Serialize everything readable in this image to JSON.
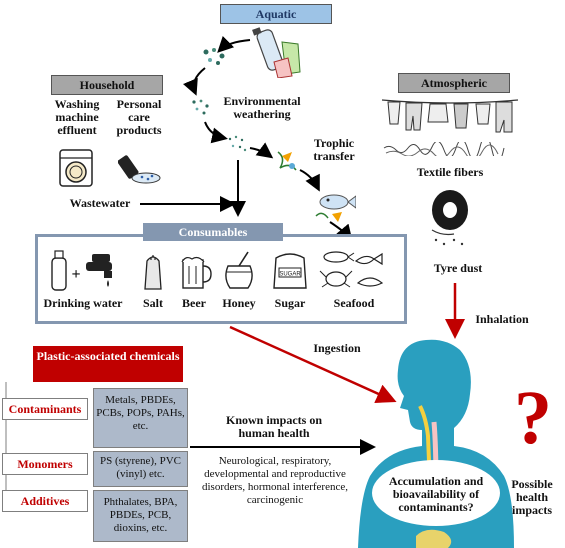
{
  "headers": {
    "aquatic": "Aquatic",
    "household": "Household",
    "atmospheric": "Atmospheric",
    "consumables": "Consumables",
    "chemicals": "Plastic-associated chemicals"
  },
  "household": {
    "washing": "Washing machine effluent",
    "personal_care": "Personal care products",
    "wastewater": "Wastewater"
  },
  "aquatic": {
    "weathering": "Environmental weathering",
    "trophic": "Trophic transfer"
  },
  "atmospheric": {
    "textile": "Textile fibers",
    "tyre": "Tyre dust",
    "inhalation": "Inhalation"
  },
  "consumables": {
    "plus": "+",
    "items": [
      "Drinking water",
      "Salt",
      "Beer",
      "Honey",
      "Sugar",
      "Seafood"
    ],
    "sugar_label": "SUGAR"
  },
  "ingestion": "Ingestion",
  "chemicals": {
    "categories": [
      {
        "name": "Contaminants",
        "text": "Metals, PBDEs, PCBs, POPs, PAHs, etc."
      },
      {
        "name": "Monomers",
        "text": "PS (styrene), PVC (vinyl) etc."
      },
      {
        "name": "Additives",
        "text": "Phthalates, BPA, PBDEs, PCB, dioxins, etc."
      }
    ]
  },
  "known_impacts": {
    "title": "Known impacts on human health",
    "text": "Neurological, respiratory, developmental and reproductive disorders, hormonal interference, carcinogenic"
  },
  "accumulation": "Accumulation and bioavailability of contaminants?",
  "question_mark": "?",
  "possible": "Possible health impacts",
  "colors": {
    "arrow_red": "#c00000",
    "consumables": "#8497b0",
    "aquatic": "#9dc3e6",
    "chem_box": "#adb9ca",
    "body": "#2a9fbf"
  }
}
